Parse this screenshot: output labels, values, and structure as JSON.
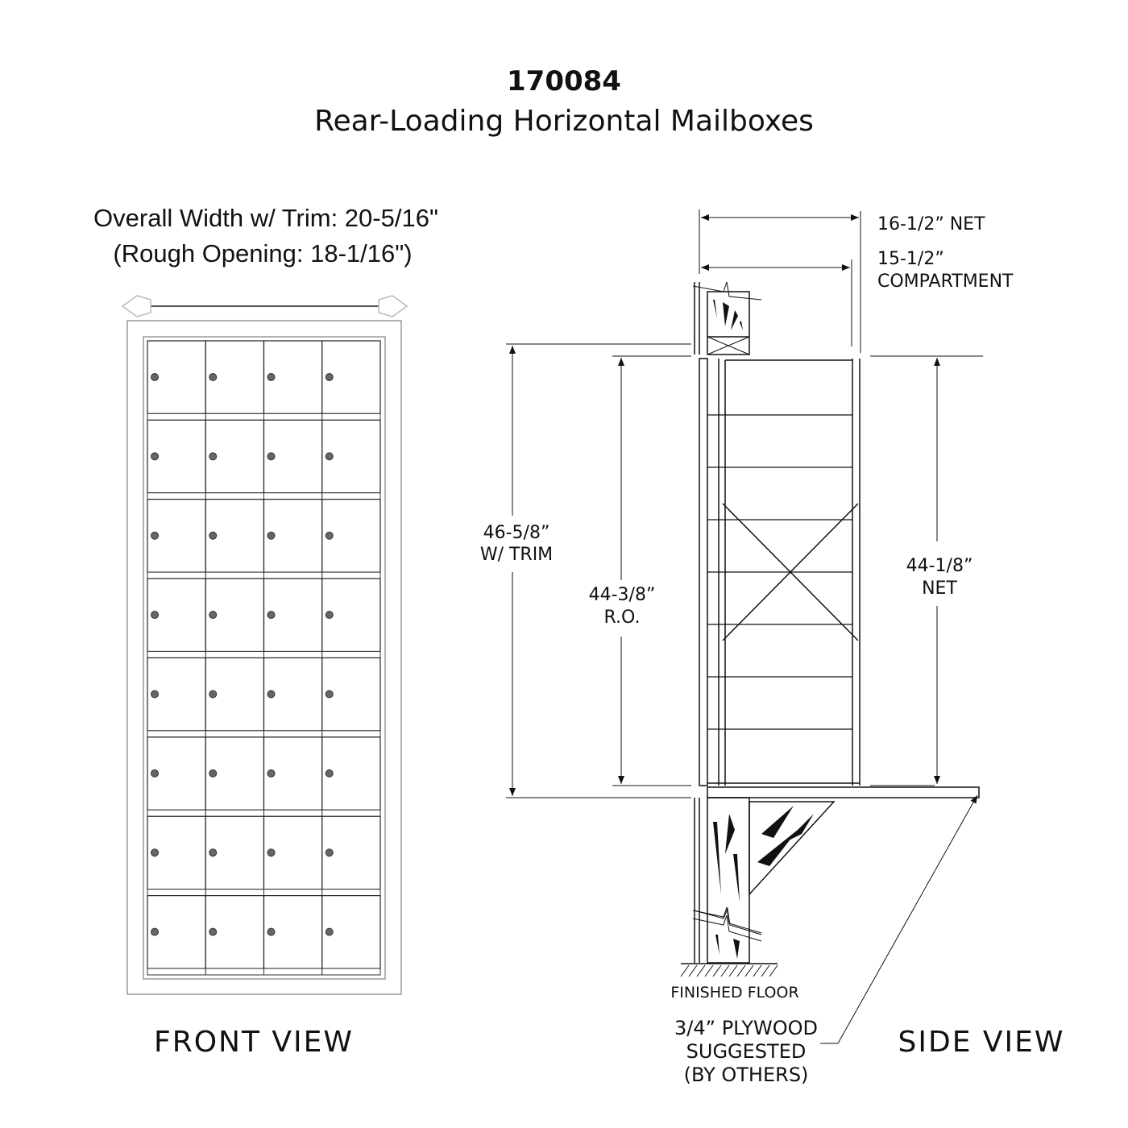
{
  "header": {
    "model_number": "170084",
    "product_title": "Rear-Loading Horizontal Mailboxes"
  },
  "front_view": {
    "overall_width_label": "Overall Width w/ Trim: 20-5/16\"",
    "rough_opening_label": "(Rough Opening: 18-1/16\")",
    "view_label": "FRONT VIEW",
    "rows": 8,
    "columns": 4
  },
  "side_view": {
    "view_label": "SIDE VIEW",
    "dim_net_width": "16-1/2” NET",
    "dim_compartment_value": "15-1/2”",
    "dim_compartment_label": "COMPARTMENT",
    "dim_trim_height_value": "46-5/8”",
    "dim_trim_height_label": "W/ TRIM",
    "dim_ro_height_value": "44-3/8”",
    "dim_ro_height_label": "R.O.",
    "dim_net_height_value": "44-1/8”",
    "dim_net_height_label": "NET",
    "floor_label": "FINISHED FLOOR",
    "plywood_line1": "3/4” PLYWOOD",
    "plywood_line2": "SUGGESTED",
    "plywood_line3": "(BY OTHERS)"
  }
}
